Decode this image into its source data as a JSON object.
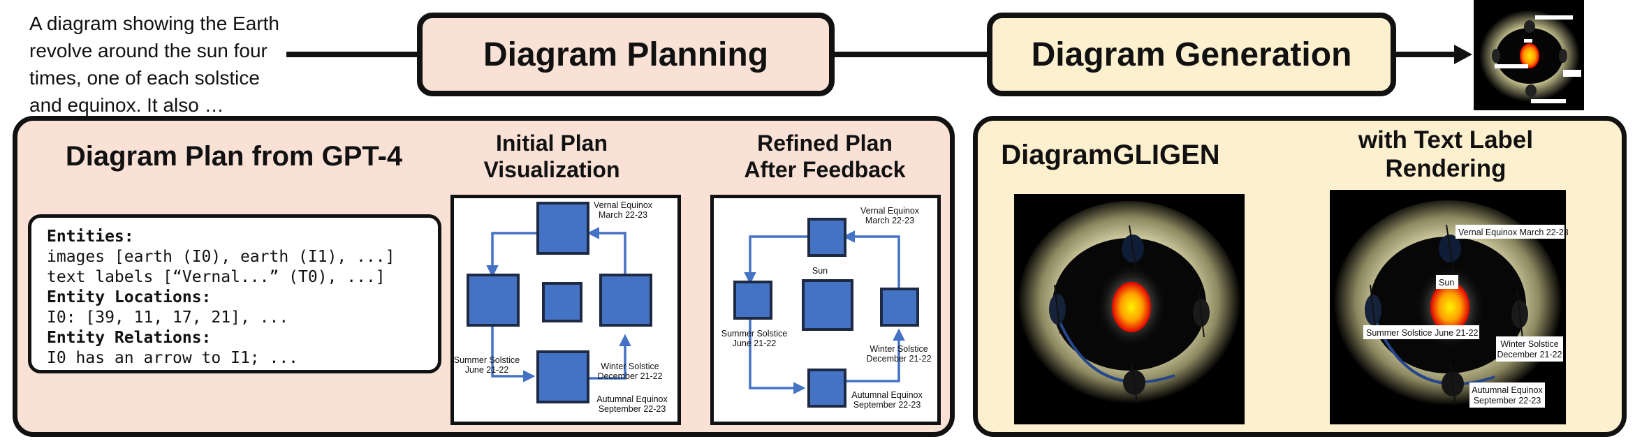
{
  "prompt": {
    "text": "A diagram showing the Earth revolve around the sun four times, one of each solstice and equinox. It also …"
  },
  "stages": {
    "planning": "Diagram Planning",
    "generation": "Diagram Generation"
  },
  "planning_panel": {
    "plan_title": "Diagram Plan from GPT-4",
    "initial_title_line1": "Initial Plan",
    "initial_title_line2": "Visualization",
    "refined_title_line1": "Refined Plan",
    "refined_title_line2": "After Feedback",
    "code": {
      "entities_header": "Entities:",
      "images_line": "images [earth (I0), earth (I1), ...]",
      "text_labels_line": "text labels [“Vernal...” (T0), ...]",
      "locations_header": "Entity Locations:",
      "locations_line": "I0: [39, 11, 17, 21], ...",
      "relations_header": "Entity Relations:",
      "relations_line": "I0 has an arrow to I1; ..."
    },
    "labels": {
      "vernal_1": "Vernal Equinox",
      "vernal_2": "March 22-23",
      "summer_1": "Summer Solstice",
      "summer_2": "June 21-22",
      "winter_1": "Winter Solstice",
      "winter_2": "December 21-22",
      "autumnal_1": "Autumnal Equinox",
      "autumnal_2": "September 22-23",
      "sun": "Sun"
    }
  },
  "generation_panel": {
    "gligen_title": "DiagramGLIGEN",
    "text_render_title_line1": "with Text Label",
    "text_render_title_line2": "Rendering",
    "rendered_labels": {
      "vernal": "Vernal Equinox March 22-23",
      "sun": "Sun",
      "summer": "Summer Solstice June 21-22",
      "winter_1": "Winter Solstice",
      "winter_2": "December 21-22",
      "autumnal_1": "Autumnal Equinox",
      "autumnal_2": "September 22-23"
    }
  },
  "colors": {
    "planning_fill": "#f9e1d6",
    "generation_fill": "#fdf0cf",
    "entity_box": "#4472c4",
    "arrow": "#4472c4"
  }
}
